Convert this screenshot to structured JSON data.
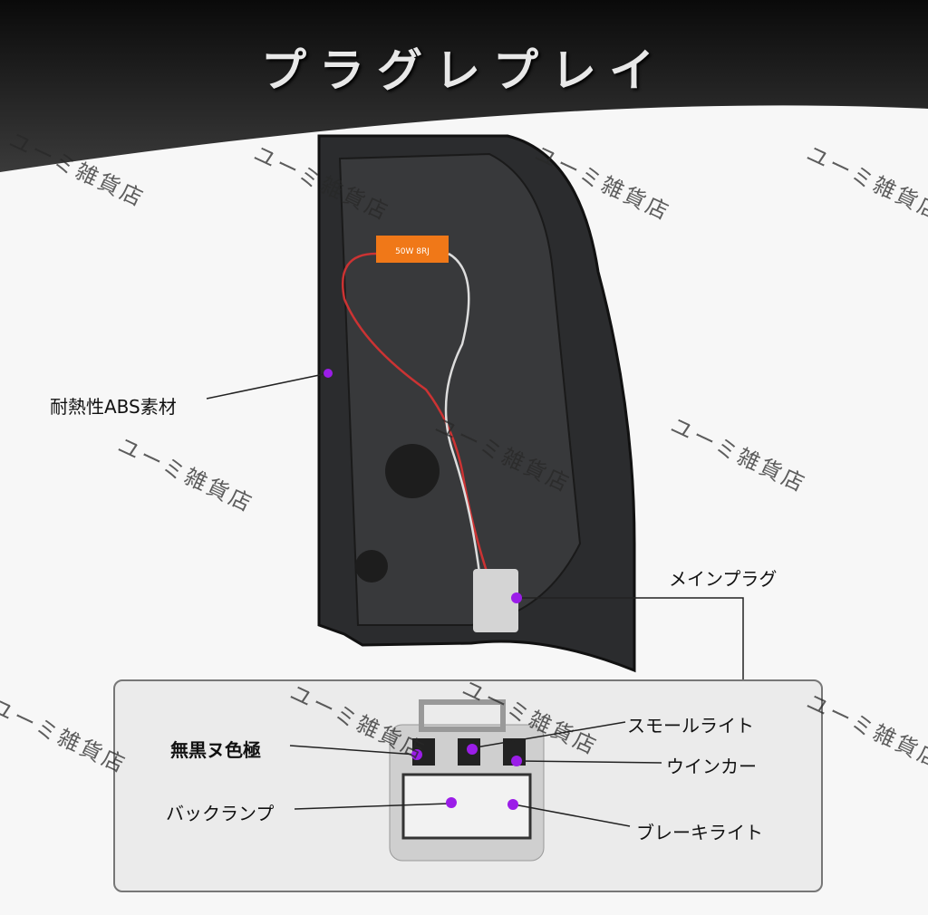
{
  "title": "プラグレプレイ",
  "labels": {
    "material": "耐熱性ABS素材",
    "main_plug": "メインプラグ",
    "ground": "無黒ヌ色極",
    "small_light": "スモールライト",
    "winker": "ウインカー",
    "back_lamp": "バックランプ",
    "brake_light": "ブレーキライト"
  },
  "resistor_text": "50W 8RJ",
  "watermark": "ユーミ雑貨店",
  "colors": {
    "marker": "#9b1de8",
    "lamp_body": "#2b2c2e",
    "resistor": "#f07818"
  }
}
